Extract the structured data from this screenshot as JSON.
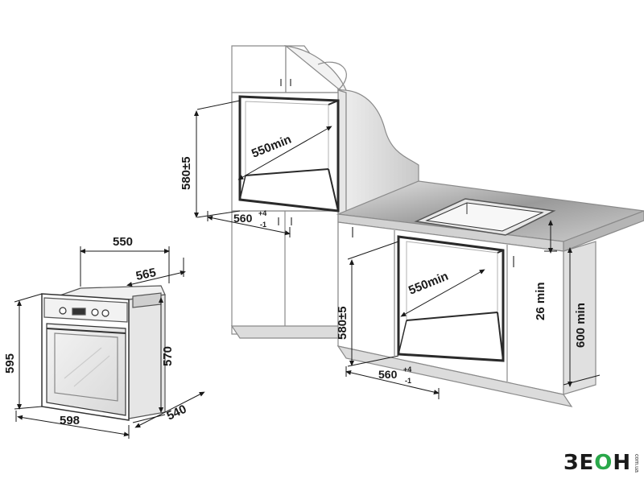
{
  "dimensions": {
    "top_niche_depth": "550min",
    "top_niche_height": "580±5",
    "top_niche_width": "560",
    "top_niche_width_tol_plus": "+4",
    "top_niche_width_tol_minus": "-1",
    "bottom_niche_depth": "550min",
    "bottom_niche_height": "580±5",
    "bottom_niche_width": "560",
    "bottom_niche_width_tol_plus": "+4",
    "bottom_niche_width_tol_minus": "-1",
    "countertop_gap": "26 min",
    "worktop_height": "600 min",
    "oven_depth_top": "550",
    "oven_depth_body": "565",
    "oven_height": "595",
    "oven_width": "598",
    "oven_body_height": "570",
    "oven_body_depth": "540"
  },
  "logo": {
    "brand_main": "ЗЕ",
    "brand_accent": "О",
    "brand_end": "Н",
    "brand_sub": "com.ua"
  },
  "colors": {
    "outline": "#8a8a8a",
    "dimension": "#1a1a1a",
    "niche": "#2a2a2a",
    "countertop": "#c8c8c8",
    "logo_accent": "#2aa84a"
  }
}
